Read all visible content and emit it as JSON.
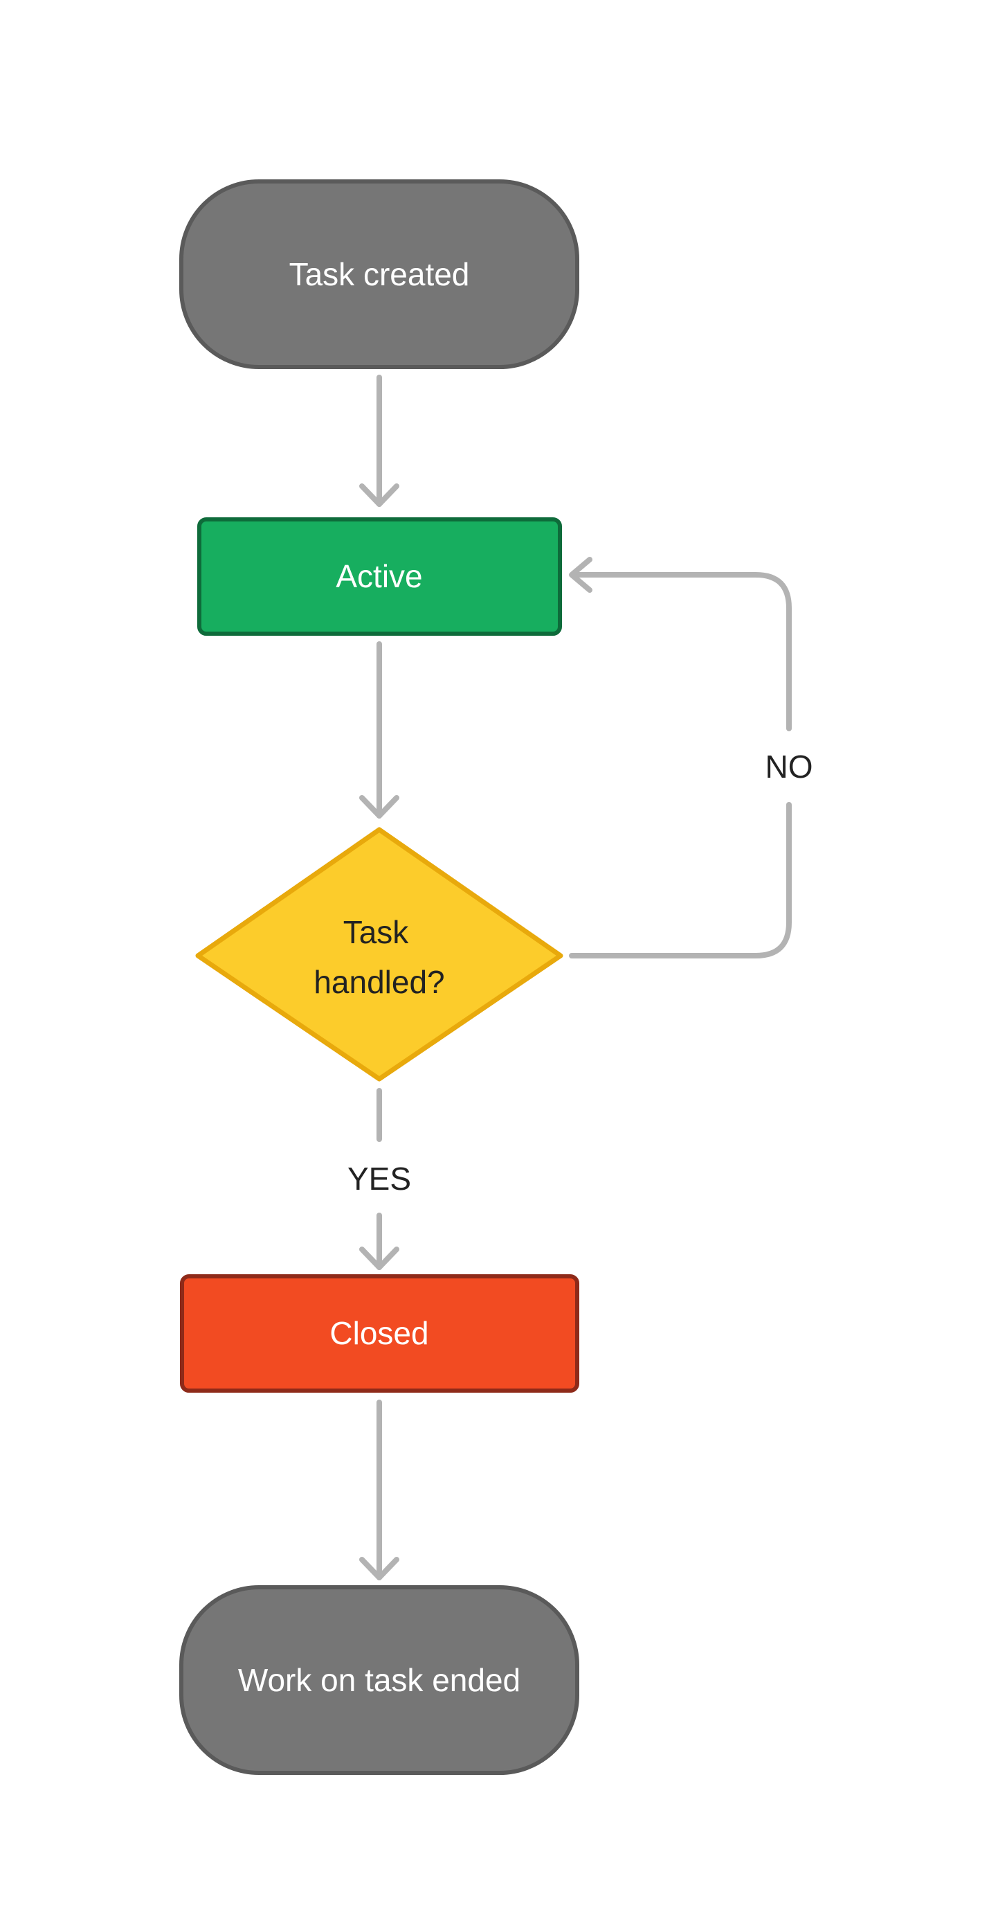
{
  "diagram": {
    "nodes": {
      "start": {
        "label": "Task created",
        "shape": "terminal",
        "fill": "#767676",
        "stroke": "#5a5a5a"
      },
      "active": {
        "label": "Active",
        "shape": "process",
        "fill": "#17ae5f",
        "stroke": "#0e6b3a"
      },
      "decision": {
        "label_line1": "Task",
        "label_line2": "handled?",
        "shape": "decision",
        "fill": "#fccc2b",
        "stroke": "#e8a90c"
      },
      "closed": {
        "label": "Closed",
        "shape": "process",
        "fill": "#f24b22",
        "stroke": "#8e2a19"
      },
      "end": {
        "label": "Work on task ended",
        "shape": "terminal",
        "fill": "#767676",
        "stroke": "#5a5a5a"
      }
    },
    "edges": {
      "start_to_active": {
        "from": "Task created",
        "to": "Active"
      },
      "active_to_decision": {
        "from": "Active",
        "to": "Task handled?"
      },
      "decision_no": {
        "from": "Task handled?",
        "to": "Active",
        "label": "NO"
      },
      "decision_yes": {
        "from": "Task handled?",
        "to": "Closed",
        "label": "YES"
      },
      "closed_to_end": {
        "from": "Closed",
        "to": "Work on task ended"
      }
    },
    "connector_color": "#b3b3b3"
  }
}
